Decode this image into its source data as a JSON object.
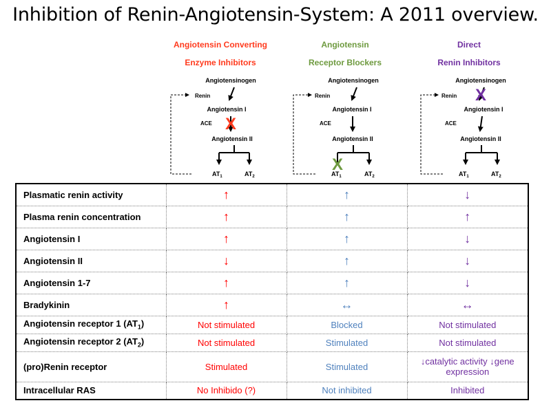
{
  "title": "Inhibition of Renin-Angiotensin-System: A 2011 overview.",
  "columns": [
    {
      "line1": "Angiotensin Converting",
      "line2": "Enzyme Inhibitors",
      "color": "#ff3b1e"
    },
    {
      "line1": "Angiotensin",
      "line2": "Receptor Blockers",
      "color": "#6e9a3f"
    },
    {
      "line1": "Direct",
      "line2": "Renin Inhibitors",
      "color": "#7030a0"
    }
  ],
  "diagram": {
    "angiotensinogen": "Angiotensinogen",
    "renin": "Renin",
    "angiotensin_i": "Angiotensin I",
    "ace": "ACE",
    "angiotensin_ii": "Angiotensin II",
    "at1": "AT",
    "at1_sub": "1",
    "at2": "AT",
    "at2_sub": "2",
    "block_mark": "X",
    "block_colors": [
      "#ff3b1e",
      "#6e9a3f",
      "#7030a0"
    ]
  },
  "table": {
    "rows": [
      {
        "label": "Plasmatic renin activity",
        "ace": "↑",
        "arb": "↑",
        "dri": "↓"
      },
      {
        "label": "Plasma renin concentration",
        "ace": "↑",
        "arb": "↑",
        "dri": "↑"
      },
      {
        "label": "Angiotensin I",
        "ace": "↑",
        "arb": "↑",
        "dri": "↓"
      },
      {
        "label": "Angiotensin II",
        "ace": "↓",
        "arb": "↑",
        "dri": "↓"
      },
      {
        "label": "Angiotensin 1-7",
        "ace": "↑",
        "arb": "↑",
        "dri": "↓"
      },
      {
        "label": "Bradykinin",
        "ace": "↑",
        "arb": "↔",
        "dri": "↔"
      },
      {
        "label": "Angiotensin receptor 1 (AT",
        "label_sub": "1",
        "label_end": ")",
        "ace": "Not stimulated",
        "arb": "Blocked",
        "dri": "Not stimulated"
      },
      {
        "label": "Angiotensin receptor 2 (AT",
        "label_sub": "2",
        "label_end": ")",
        "ace": "Not stimulated",
        "arb": "Stimulated",
        "dri": "Not stimulated"
      },
      {
        "label": "(pro)Renin receptor",
        "ace": "Stimulated",
        "arb": "Stimulated",
        "dri": "↓catalytic activity ↓gene expression"
      },
      {
        "label": "Intracellular RAS",
        "ace": "No Inhibido (?)",
        "arb": "Not inhibited",
        "dri": "Inhibited"
      }
    ]
  }
}
